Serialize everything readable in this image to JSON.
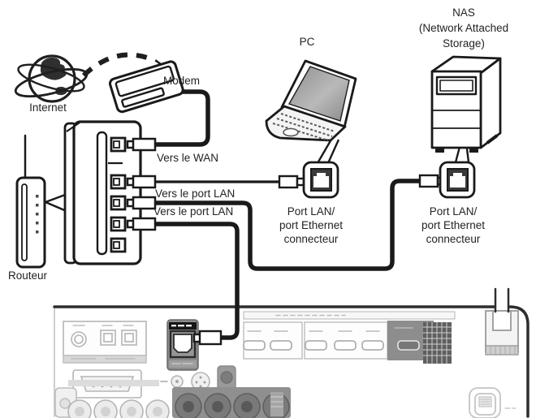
{
  "diagram": {
    "internet": {
      "label": "Internet"
    },
    "modem": {
      "label": "Modem"
    },
    "router": {
      "label": "Routeur",
      "wan_label": "Vers le WAN",
      "lan_label_1": "Vers le port LAN",
      "lan_label_2": "Vers le port LAN"
    },
    "pc": {
      "label": "PC",
      "port_label_lines": [
        "Port LAN/",
        "port Ethernet",
        "connecteur"
      ]
    },
    "nas": {
      "label_lines": [
        "NAS",
        "(Network Attached",
        "Storage)"
      ],
      "port_label_lines": [
        "Port LAN/",
        "port Ethernet",
        "connecteur"
      ]
    }
  },
  "colors": {
    "line": "#1a1a1a",
    "text": "#232323",
    "faded_stroke": "#b5b5b5",
    "network_block_fill": "#8a8a8a",
    "background": "#ffffff"
  }
}
